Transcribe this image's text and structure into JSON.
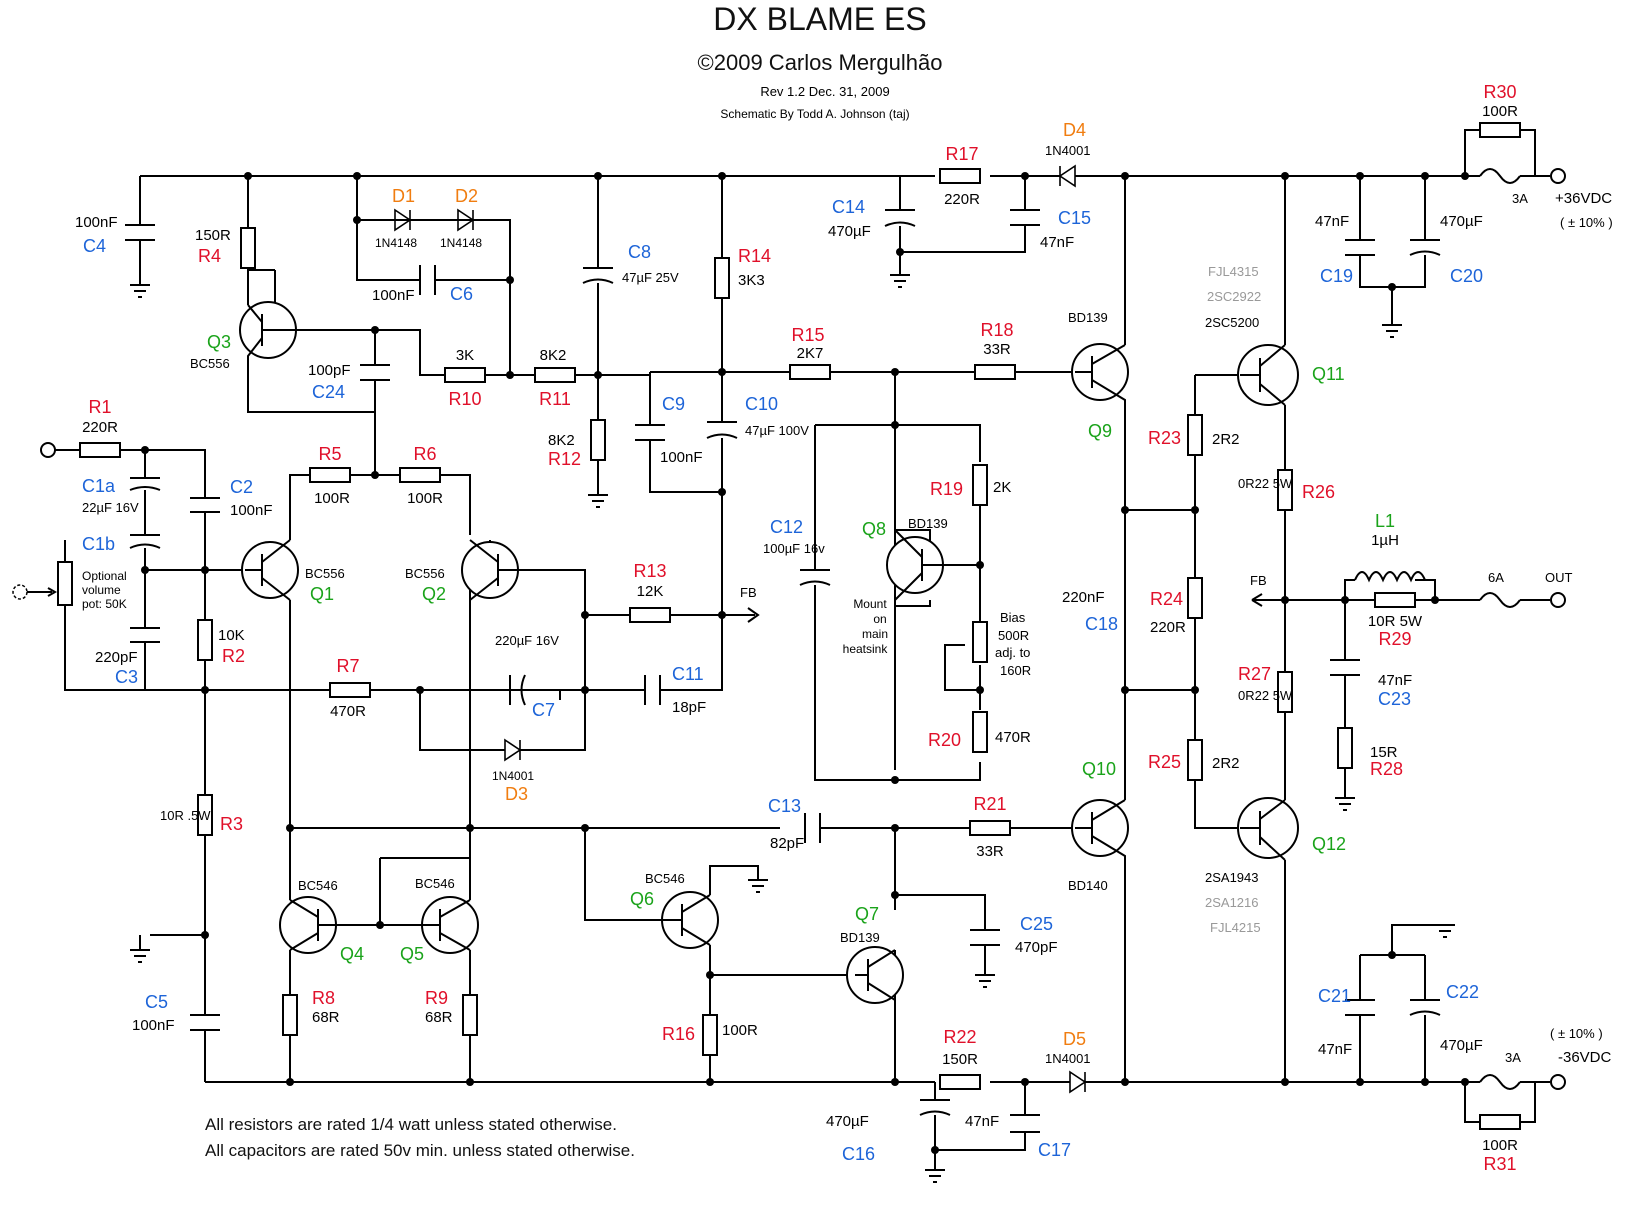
{
  "header": {
    "title": "DX BLAME ES",
    "copyright": "©2009 Carlos Mergulhão",
    "revision": "Rev 1.2   Dec. 31, 2009",
    "drawn_by": "Schematic By Todd A. Johnson (taj)"
  },
  "colors": {
    "resistor_ref": "#e0102a",
    "capacitor_ref": "#1d64d8",
    "transistor_ref": "#1aa31a",
    "diode_ref": "#f07d10",
    "alt_part": "#999999"
  },
  "resistors": [
    {
      "ref": "R1",
      "value": "220R"
    },
    {
      "ref": "R2",
      "value": "10K"
    },
    {
      "ref": "R3",
      "value": "10R .5W"
    },
    {
      "ref": "R4",
      "value": "150R"
    },
    {
      "ref": "R5",
      "value": "100R"
    },
    {
      "ref": "R6",
      "value": "100R"
    },
    {
      "ref": "R7",
      "value": "470R"
    },
    {
      "ref": "R8",
      "value": "68R"
    },
    {
      "ref": "R9",
      "value": "68R"
    },
    {
      "ref": "R10",
      "value": "3K"
    },
    {
      "ref": "R11",
      "value": "8K2"
    },
    {
      "ref": "R12",
      "value": "8K2"
    },
    {
      "ref": "R13",
      "value": "12K"
    },
    {
      "ref": "R14",
      "value": "3K3"
    },
    {
      "ref": "R15",
      "value": "2K7"
    },
    {
      "ref": "R16",
      "value": "100R"
    },
    {
      "ref": "R17",
      "value": "220R"
    },
    {
      "ref": "R18",
      "value": "33R"
    },
    {
      "ref": "R19",
      "value": "2K"
    },
    {
      "ref": "R20",
      "value": "470R"
    },
    {
      "ref": "R21",
      "value": "33R"
    },
    {
      "ref": "R22",
      "value": "150R"
    },
    {
      "ref": "R23",
      "value": "2R2"
    },
    {
      "ref": "R24",
      "value": "220R"
    },
    {
      "ref": "R25",
      "value": "2R2"
    },
    {
      "ref": "R26",
      "value": "0R22 5W"
    },
    {
      "ref": "R27",
      "value": "0R22 5W"
    },
    {
      "ref": "R28",
      "value": "15R"
    },
    {
      "ref": "R29",
      "value": "10R 5W"
    },
    {
      "ref": "R30",
      "value": "100R"
    },
    {
      "ref": "R31",
      "value": "100R"
    }
  ],
  "capacitors": [
    {
      "ref": "C1a",
      "value": "22µF 16V"
    },
    {
      "ref": "C1b",
      "value": ""
    },
    {
      "ref": "C2",
      "value": "100nF"
    },
    {
      "ref": "C3",
      "value": "220pF"
    },
    {
      "ref": "C4",
      "value": "100nF"
    },
    {
      "ref": "C5",
      "value": "100nF"
    },
    {
      "ref": "C6",
      "value": "100nF"
    },
    {
      "ref": "C7",
      "value": "220µF 16V"
    },
    {
      "ref": "C8",
      "value": "47µF 25V"
    },
    {
      "ref": "C9",
      "value": "100nF"
    },
    {
      "ref": "C10",
      "value": "47µF 100V"
    },
    {
      "ref": "C11",
      "value": "18pF"
    },
    {
      "ref": "C12",
      "value": "100µF 16v"
    },
    {
      "ref": "C13",
      "value": "82pF"
    },
    {
      "ref": "C14",
      "value": "470µF"
    },
    {
      "ref": "C15",
      "value": "47nF"
    },
    {
      "ref": "C16",
      "value": "470µF"
    },
    {
      "ref": "C17",
      "value": "47nF"
    },
    {
      "ref": "C18",
      "value": "220nF"
    },
    {
      "ref": "C19",
      "value": "47nF"
    },
    {
      "ref": "C20",
      "value": "470µF"
    },
    {
      "ref": "C21",
      "value": "47nF"
    },
    {
      "ref": "C22",
      "value": "470µF"
    },
    {
      "ref": "C23",
      "value": "47nF"
    },
    {
      "ref": "C24",
      "value": "100pF"
    },
    {
      "ref": "C25",
      "value": "470pF"
    }
  ],
  "transistors": [
    {
      "ref": "Q1",
      "part": "BC556"
    },
    {
      "ref": "Q2",
      "part": "BC556"
    },
    {
      "ref": "Q3",
      "part": "BC556"
    },
    {
      "ref": "Q4",
      "part": "BC546"
    },
    {
      "ref": "Q5",
      "part": "BC546"
    },
    {
      "ref": "Q6",
      "part": "BC546"
    },
    {
      "ref": "Q7",
      "part": "BD139"
    },
    {
      "ref": "Q8",
      "part": "BD139"
    },
    {
      "ref": "Q9",
      "part": "BD139"
    },
    {
      "ref": "Q10",
      "part": "BD140"
    },
    {
      "ref": "Q11",
      "part": "2SC5200",
      "alts": [
        "FJL4315",
        "2SC2922"
      ]
    },
    {
      "ref": "Q12",
      "part": "2SA1943",
      "alts": [
        "2SA1216",
        "FJL4215"
      ]
    }
  ],
  "diodes": [
    {
      "ref": "D1",
      "part": "1N4148"
    },
    {
      "ref": "D2",
      "part": "1N4148"
    },
    {
      "ref": "D3",
      "part": "1N4001"
    },
    {
      "ref": "D4",
      "part": "1N4001"
    },
    {
      "ref": "D5",
      "part": "1N4001"
    }
  ],
  "inductor": {
    "ref": "L1",
    "value": "1µH"
  },
  "fuses": {
    "supply_pos": "3A",
    "supply_neg": "3A",
    "output": "6A"
  },
  "supply": {
    "pos": "+36VDC",
    "pos_tol": "( ± 10% )",
    "neg": "-36VDC",
    "neg_tol": "( ± 10% )"
  },
  "labels": {
    "out": "OUT",
    "fb": "FB",
    "volume_pot": [
      "Optional",
      "volume",
      "pot: 50K"
    ],
    "q8_note": [
      "Mount",
      "on",
      "main",
      "heatsink"
    ],
    "bias": [
      "Bias",
      "500R",
      "adj. to",
      "160R"
    ]
  },
  "notes": [
    "All resistors are rated 1/4 watt unless stated otherwise.",
    "All capacitors are rated 50v min. unless stated otherwise."
  ]
}
